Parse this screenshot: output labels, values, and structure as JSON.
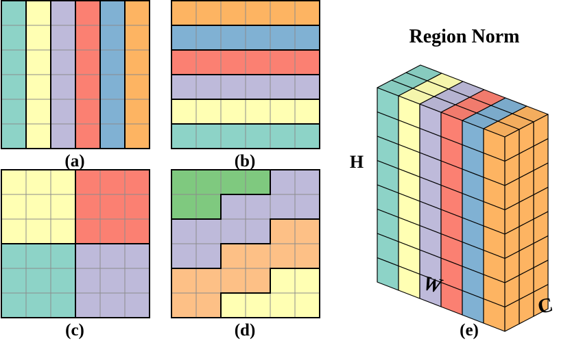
{
  "colors": {
    "teal": "#8dd3c7",
    "yellow": "#ffffb3",
    "lavender": "#bebada",
    "red": "#fb8072",
    "blue": "#80b1d3",
    "orange": "#fdb462",
    "green": "#7fc97f",
    "peach": "#fdc086",
    "grid_line": "#8c8c8c",
    "border": "#000000"
  },
  "labels": {
    "a": "(a)",
    "b": "(b)",
    "c": "(c)",
    "d": "(d)",
    "e": "(e)",
    "title": "Region Norm",
    "axis_h": "H",
    "axis_w": "W",
    "axis_c": "C"
  },
  "panels": {
    "a": {
      "cells": [
        [
          "teal",
          "yellow",
          "lavender",
          "red",
          "blue",
          "orange"
        ],
        [
          "teal",
          "yellow",
          "lavender",
          "red",
          "blue",
          "orange"
        ],
        [
          "teal",
          "yellow",
          "lavender",
          "red",
          "blue",
          "orange"
        ],
        [
          "teal",
          "yellow",
          "lavender",
          "red",
          "blue",
          "orange"
        ],
        [
          "teal",
          "yellow",
          "lavender",
          "red",
          "blue",
          "orange"
        ],
        [
          "teal",
          "yellow",
          "lavender",
          "red",
          "blue",
          "orange"
        ]
      ]
    },
    "b": {
      "cells": [
        [
          "orange",
          "orange",
          "orange",
          "orange",
          "orange",
          "orange"
        ],
        [
          "blue",
          "blue",
          "blue",
          "blue",
          "blue",
          "blue"
        ],
        [
          "red",
          "red",
          "red",
          "red",
          "red",
          "red"
        ],
        [
          "lavender",
          "lavender",
          "lavender",
          "lavender",
          "lavender",
          "lavender"
        ],
        [
          "yellow",
          "yellow",
          "yellow",
          "yellow",
          "yellow",
          "yellow"
        ],
        [
          "teal",
          "teal",
          "teal",
          "teal",
          "teal",
          "teal"
        ]
      ]
    },
    "c": {
      "cells": [
        [
          "yellow",
          "yellow",
          "yellow",
          "red",
          "red",
          "red"
        ],
        [
          "yellow",
          "yellow",
          "yellow",
          "red",
          "red",
          "red"
        ],
        [
          "yellow",
          "yellow",
          "yellow",
          "red",
          "red",
          "red"
        ],
        [
          "teal",
          "teal",
          "teal",
          "lavender",
          "lavender",
          "lavender"
        ],
        [
          "teal",
          "teal",
          "teal",
          "lavender",
          "lavender",
          "lavender"
        ],
        [
          "teal",
          "teal",
          "teal",
          "lavender",
          "lavender",
          "lavender"
        ]
      ]
    },
    "d": {
      "cells": [
        [
          "green",
          "green",
          "green",
          "green",
          "lavender",
          "lavender"
        ],
        [
          "green",
          "green",
          "lavender",
          "lavender",
          "lavender",
          "lavender"
        ],
        [
          "lavender",
          "lavender",
          "lavender",
          "lavender",
          "peach",
          "peach"
        ],
        [
          "lavender",
          "lavender",
          "peach",
          "peach",
          "peach",
          "peach"
        ],
        [
          "peach",
          "peach",
          "peach",
          "peach",
          "yellow",
          "yellow"
        ],
        [
          "peach",
          "peach",
          "yellow",
          "yellow",
          "yellow",
          "yellow"
        ]
      ]
    }
  },
  "cube": {
    "rows": 8,
    "depth": 3,
    "slabs": [
      "teal",
      "yellow",
      "lavender",
      "red",
      "blue"
    ],
    "front_slab": "orange",
    "front_columns": 3
  }
}
